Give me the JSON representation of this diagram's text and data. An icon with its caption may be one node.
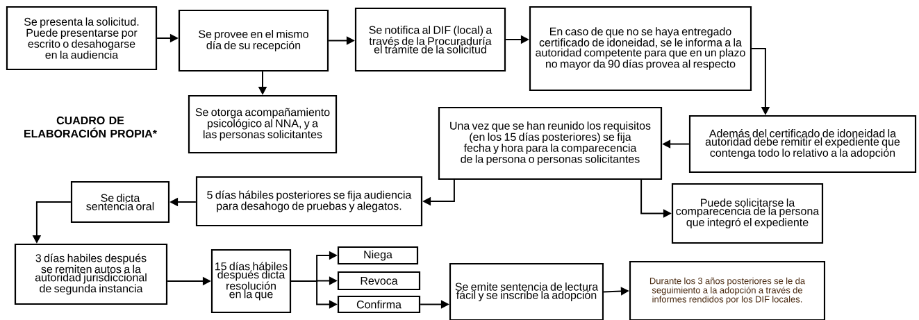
{
  "diagram": {
    "nodes": [
      {
        "text": [
          "Se presenta la solicitud. Puede presentarse por escrito o desahogarse en la audiencia"
        ]
      },
      {
        "text": [
          "Se provee en el mismo día de su recepción"
        ]
      },
      {
        "text": [
          "Se notifica al DIF (local) a través de la Procuraduría el trámite de la solicitud"
        ]
      },
      {
        "text": [
          "En caso de que no se haya entregado certificado de idoneidad, se le informa a la autoridad competente para que en un plazo no mayor da 90 días provea al respecto"
        ]
      },
      {
        "text": [
          "Se otorga acompañamiento psicológico al NNA, y a las personas solicitantes"
        ]
      },
      {
        "text": [
          "Además del certificado de idoneidad la autoridad debe remitir el expediente que contenga todo lo relativo a la adopción"
        ]
      },
      {
        "text": [
          "Una vez que se han reunido los requisitos (en los 15 días posteriores) se fija fecha y hora para la comparecencia de la persona o personas solicitantes"
        ]
      },
      {
        "text": [
          "Puede solicitarse la comparecencia de la persona que integró el expediente"
        ]
      },
      {
        "text": [
          "5 días hábiles posteriores se fija audiencia para desahogo de pruebas y alegatos."
        ]
      },
      {
        "text": [
          "Se dicta sentencia oral"
        ]
      },
      {
        "text": [
          "3 días habiles después se remiten autos a la autoridad jurisdiccional de segunda instancia"
        ]
      },
      {
        "text": [
          "15 días hábiles después dicta resolución en la que"
        ]
      },
      {
        "text": [
          "Niega"
        ]
      },
      {
        "text": [
          "Revoca"
        ]
      },
      {
        "text": [
          "Confirma"
        ]
      },
      {
        "text": [
          "Se emite sentencia de lectura fácil y se inscribe la adopción"
        ]
      },
      {
        "text": [
          "Durante los 3 años posteriores se le da seguimiento a la adopción a través de informes rendidos por los DIF locales."
        ]
      }
    ],
    "edges": [
      {
        "from": 0,
        "to": 1,
        "arrow": "to"
      },
      {
        "from": 1,
        "to": 2,
        "arrow": "to"
      },
      {
        "from": 2,
        "to": 3,
        "arrow": "to"
      },
      {
        "from": 1,
        "to": 4,
        "arrow": "to"
      },
      {
        "from": 3,
        "to": 5,
        "arrow": "to"
      },
      {
        "from": 5,
        "to": 6,
        "arrow": "to"
      },
      {
        "from": 6,
        "to": 8,
        "arrow": "to"
      },
      {
        "from": 6,
        "to": 7,
        "arrow": "to"
      },
      {
        "from": 8,
        "to": 9,
        "arrow": "to"
      },
      {
        "from": 9,
        "to": 10,
        "arrow": "to"
      },
      {
        "from": 10,
        "to": 11,
        "arrow": "to"
      },
      {
        "from": 11,
        "to": 12,
        "arrow": "to"
      },
      {
        "from": 11,
        "to": 13,
        "arrow": "to"
      },
      {
        "from": 11,
        "to": 14,
        "arrow": "to"
      },
      {
        "from": 14,
        "to": 15,
        "arrow": "to"
      },
      {
        "from": 15,
        "to": 16,
        "arrow": "to"
      }
    ],
    "labels": [
      "CUADRO DE ELABORACIÓN PROPIA*"
    ]
  }
}
